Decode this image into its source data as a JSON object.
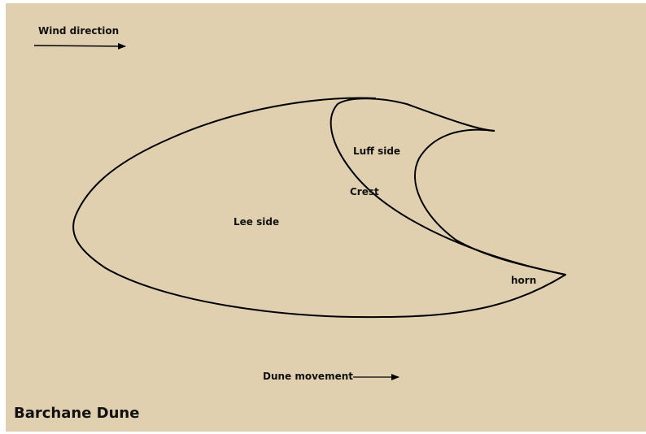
{
  "diagram": {
    "title": "Barchane Dune",
    "labels": {
      "wind_direction": "Wind direction",
      "luff_side": "Luff side",
      "crest": "Crest",
      "lee_side": "Lee side",
      "horn": "horn",
      "dune_movement": "Dune movement"
    },
    "colors": {
      "background": "#e0d0b0",
      "stroke": "#000000"
    }
  }
}
